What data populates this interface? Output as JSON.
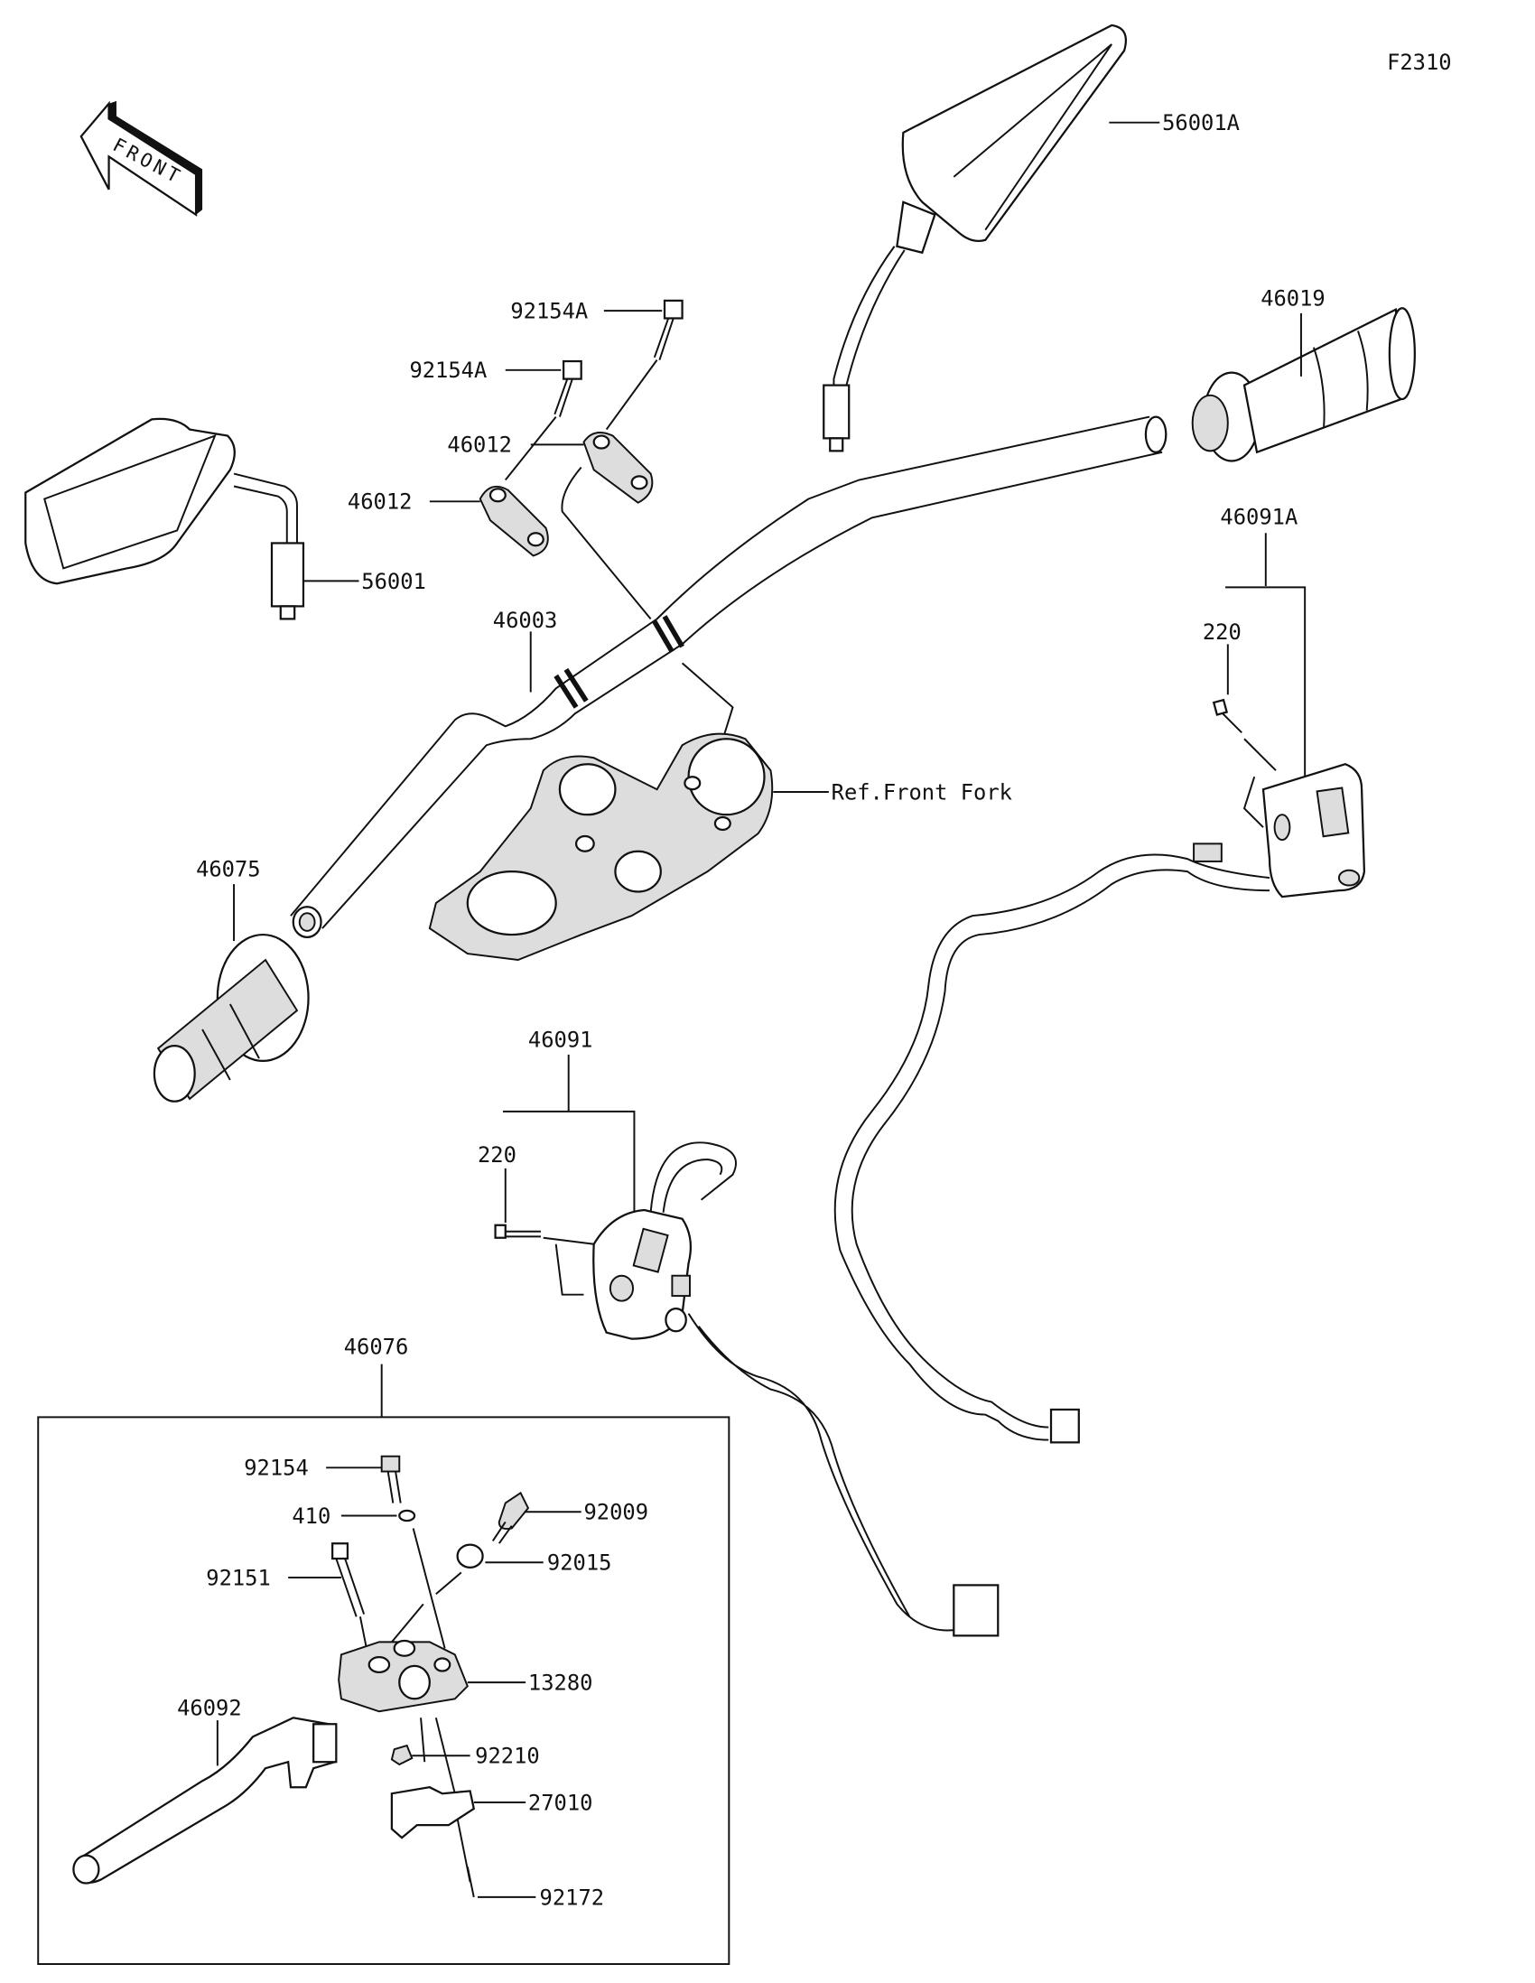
{
  "diagram": {
    "code": "F2310",
    "front_label": "FRONT",
    "reference_label": "Ref.Front Fork",
    "parts": {
      "mirror_right": "56001A",
      "mirror_left": "56001",
      "grip_right": "46019",
      "bolt_upper": "92154A",
      "bolt_lower": "92154A",
      "holder_upper": "46012",
      "holder_lower": "46012",
      "handlebar": "46003",
      "switch_right": "46091A",
      "screw_right": "220",
      "grip_left": "46075",
      "switch_left": "46091",
      "screw_left": "220",
      "lever_assy": "46076",
      "bolt_92154": "92154",
      "washer_410": "410",
      "adjuster_92009": "92009",
      "bolt_92151": "92151",
      "bushing_92015": "92015",
      "bracket_13280": "13280",
      "lever_46092": "46092",
      "nut_92210": "92210",
      "switch_27010": "27010",
      "screw_92172": "92172"
    }
  }
}
